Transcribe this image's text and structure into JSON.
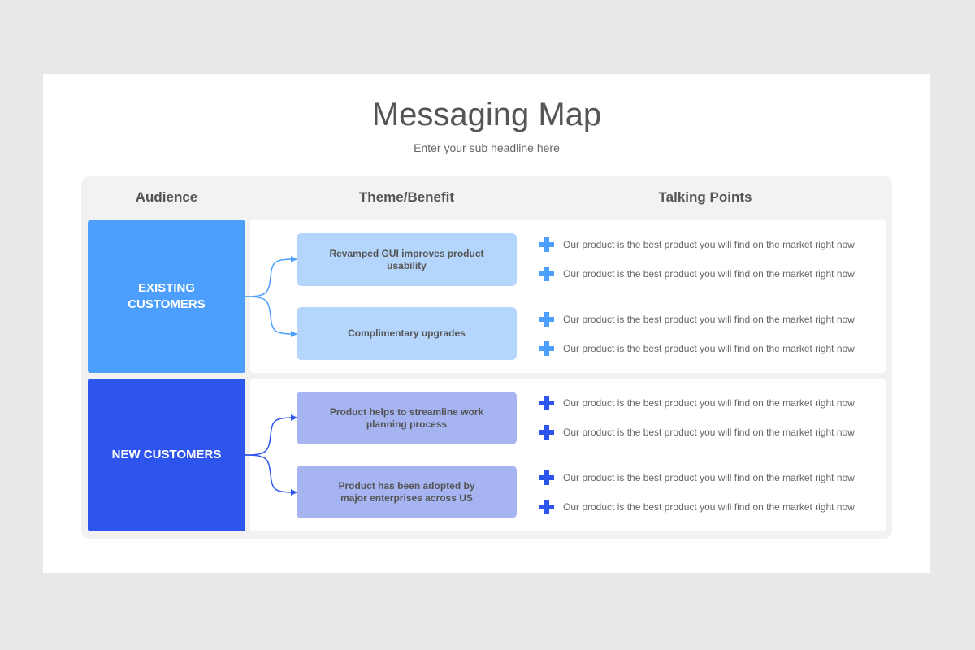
{
  "slide": {
    "title": "Messaging Map",
    "subtitle": "Enter your sub headline here"
  },
  "columns": {
    "audience": "Audience",
    "theme": "Theme/Benefit",
    "talking_points": "Talking Points"
  },
  "rows": [
    {
      "audience": "EXISTING CUSTOMERS",
      "audience_color": "#4d9ffd",
      "theme_color": "#b4d5fc",
      "plus_color": "#4d9ffd",
      "connector_color": "#4d9ffd",
      "themes": [
        {
          "label": "Revamped GUI improves product usability",
          "points": [
            "Our product is the best product you will find on the market right now",
            "Our product is the best product you will find on the market right now"
          ]
        },
        {
          "label": "Complimentary upgrades",
          "points": [
            "Our product is the best product you will find on the market right now",
            "Our product is the best product you will find on the market right now"
          ]
        }
      ]
    },
    {
      "audience": "NEW CUSTOMERS",
      "audience_color": "#2d55ee",
      "theme_color": "#a6b5f2",
      "plus_color": "#2d55ee",
      "connector_color": "#2d55ee",
      "themes": [
        {
          "label": "Product helps to streamline work planning process",
          "points": [
            "Our product is the best product you will find on the market right now",
            "Our product is the best product you will find on the market right now"
          ]
        },
        {
          "label": "Product has been adopted by major enterprises across US",
          "points": [
            "Our product is the best product you will find on the market right now",
            "Our product is the best product you will find on the market right now"
          ]
        }
      ]
    }
  ]
}
